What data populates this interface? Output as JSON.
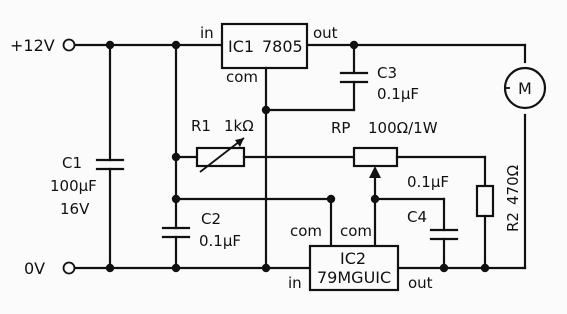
{
  "terminals": {
    "positive": "+12V",
    "ground": "0V"
  },
  "ic1": {
    "name": "IC1",
    "part": "7805",
    "pin_in": "in",
    "pin_out": "out",
    "pin_com": "com"
  },
  "ic2": {
    "name": "IC2",
    "part": "79MGUIC",
    "pin_in": "in",
    "pin_out": "out",
    "pin_com_left": "com",
    "pin_com_right": "com"
  },
  "c1": {
    "ref": "C1",
    "value": "100µF",
    "voltage": "16V"
  },
  "c2": {
    "ref": "C2",
    "value": "0.1µF"
  },
  "c3": {
    "ref": "C3",
    "value": "0.1µF"
  },
  "c4": {
    "ref": "C4",
    "value": "0.1µF"
  },
  "r1": {
    "ref": "R1",
    "value": "1kΩ"
  },
  "r2": {
    "ref": "R2",
    "value": "470Ω"
  },
  "rp": {
    "ref": "RP",
    "value": "100Ω/1W"
  },
  "motor": {
    "symbol": "M"
  }
}
